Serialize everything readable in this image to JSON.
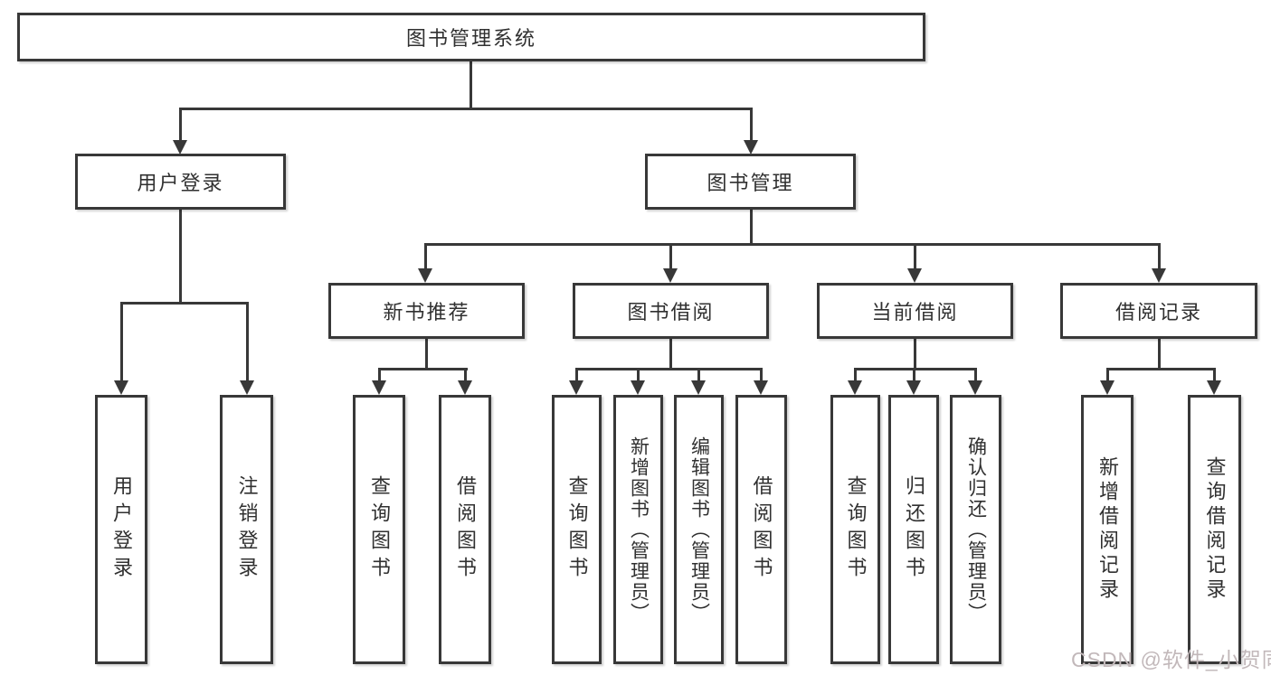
{
  "tree": {
    "root": "图书管理系统",
    "children": [
      {
        "label": "用户登录",
        "leaves": [
          "用户登录",
          "注销登录"
        ]
      },
      {
        "label": "图书管理",
        "children": [
          {
            "label": "新书推荐",
            "leaves": [
              "查询图书",
              "借阅图书"
            ]
          },
          {
            "label": "图书借阅",
            "leaves": [
              "查询图书",
              "新增图书（管理员）",
              "编辑图书（管理员）",
              "借阅图书"
            ]
          },
          {
            "label": "当前借阅",
            "leaves": [
              "查询图书",
              "归还图书",
              "确认归还（管理员）"
            ]
          },
          {
            "label": "借阅记录",
            "leaves": [
              "新增借阅记录",
              "查询借阅记录"
            ]
          }
        ]
      }
    ]
  },
  "watermark": {
    "text": "CSDN @软件_小贺同学",
    "color": "#c2b8ba"
  },
  "colors": {
    "line": "#383838",
    "text": "#303030",
    "background": "#ffffff"
  }
}
